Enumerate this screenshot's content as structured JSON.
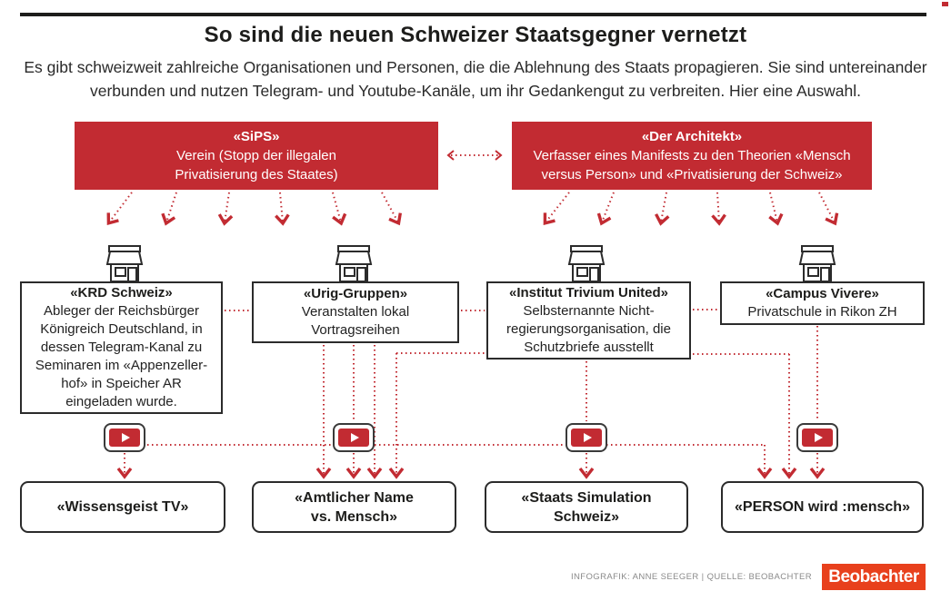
{
  "header": {
    "title": "So sind die neuen Schweizer Staatsgegner vernetzt",
    "subtitle_line1": "Es gibt schweizweit zahlreiche Organisationen und Personen, die die Ablehnung des Staats propagieren. Sie sind untereinander",
    "subtitle_line2": "verbunden und nutzen Telegram- und Youtube-Kanäle, um ihr Gedankengut zu verbreiten. Hier eine Auswahl."
  },
  "top_nodes": [
    {
      "name": "«SiPS»",
      "description": "Verein (Stopp der illegalen Privatisierung des Staates)"
    },
    {
      "name": "«Der Architekt»",
      "description": "Verfasser eines Manifests zu den Theorien «Mensch versus Person» und «Privatisierung der Schweiz»"
    }
  ],
  "org_nodes": [
    {
      "name": "«KRD Schweiz»",
      "description": "Ableger der Reichsbürger Königreich Deutschland, in dessen Telegram-Kanal zu Seminaren im «Appenzeller-hof» in Speicher AR eingeladen wurde.",
      "icon": "storefront-icon"
    },
    {
      "name": "«Urig-Gruppen»",
      "description": "Veranstalten lokal Vortragsreihen",
      "icon": "storefront-icon"
    },
    {
      "name": "«Institut Trivium United»",
      "description": "Selbsternannte Nicht-regierungsorganisation, die Schutzbriefe ausstellt",
      "icon": "storefront-icon"
    },
    {
      "name": "«Campus Vivere»",
      "description": "Privatschule in Rikon ZH",
      "icon": "storefront-icon"
    }
  ],
  "youtube_channels": [
    {
      "name": "«Wissensgeist TV»",
      "icon": "youtube-icon"
    },
    {
      "name": "«Amtlicher Name vs. Mensch»",
      "icon": "youtube-icon"
    },
    {
      "name": "«Staats Simulation Schweiz»",
      "icon": "youtube-icon"
    },
    {
      "name": "«PERSON wird :mensch»",
      "icon": "youtube-icon"
    }
  ],
  "footer": {
    "credit": "INFOGRAFIK: ANNE SEEGER | QUELLE: BEOBACHTER",
    "logo_text": "Beobachter"
  },
  "colors": {
    "node_red": "#c22b32",
    "line_red": "#c22b32",
    "logo_red": "#e8401c",
    "ink": "#1d1d1b",
    "border_dark": "#2b2b2b",
    "credit_gray": "#8a8a8a"
  }
}
